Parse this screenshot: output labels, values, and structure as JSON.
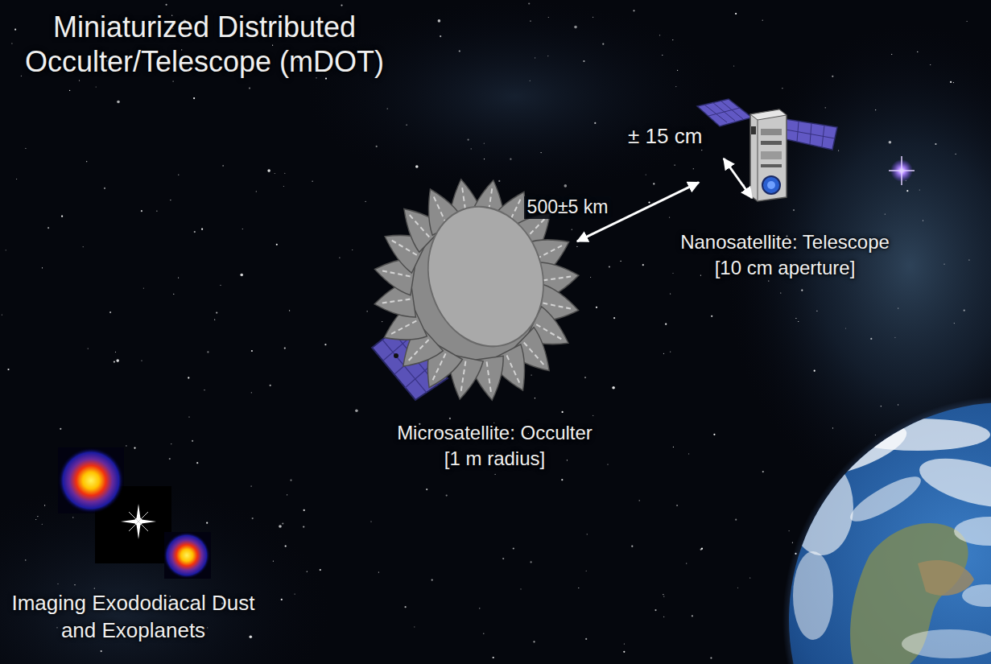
{
  "diagram": {
    "title": "Miniaturized Distributed Occulter/Telescope (mDOT)",
    "nodes": [
      {
        "text": [
          "Nanosatellite: Telescope [10 cm aperture]"
        ]
      },
      {
        "text": [
          "Microsatellite: Occulter [1 m radius]"
        ]
      }
    ],
    "edges": [
      {
        "from": 1,
        "to": 0,
        "arrow": "both",
        "label": "500±5 km"
      }
    ],
    "labels": [
      "± 15 cm",
      "Imaging Exododiacal Dust and Exoplanets"
    ]
  }
}
